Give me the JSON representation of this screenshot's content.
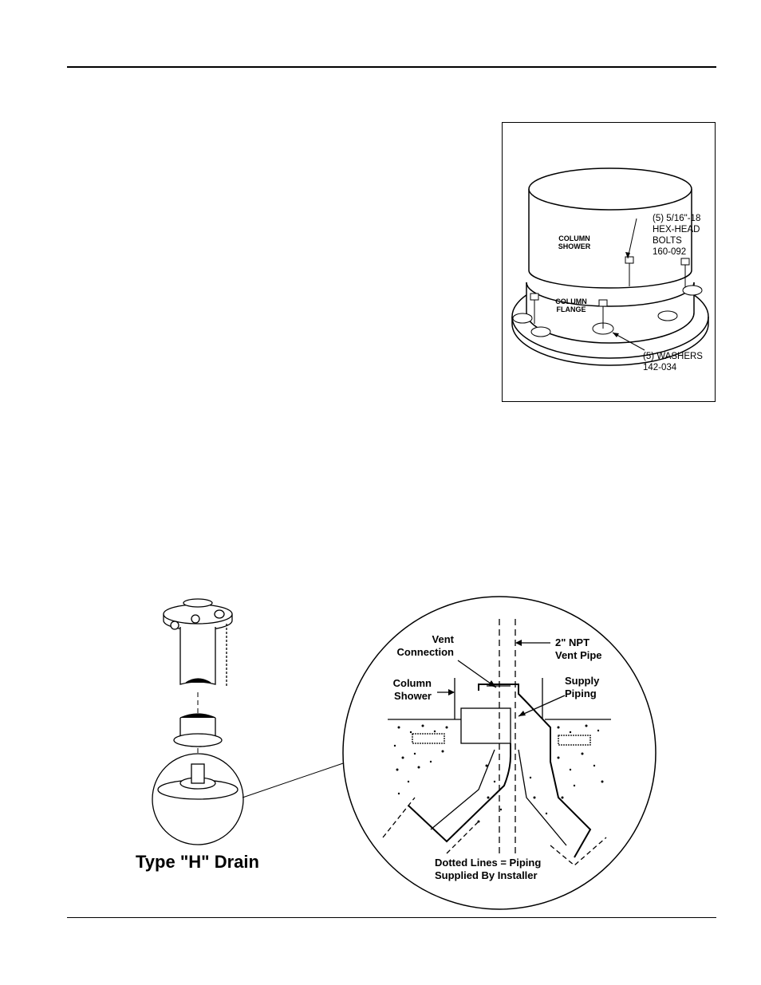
{
  "figure1": {
    "label_shower": [
      "COLUMN",
      "SHOWER"
    ],
    "label_flange": [
      "COLUMN",
      "FLANGE"
    ],
    "label_bolts": [
      "(5) 5/16\"-18",
      "HEX-HEAD",
      "BOLTS",
      "160-092"
    ],
    "label_washers": [
      "(5) WASHERS",
      "142-034"
    ]
  },
  "figure2": {
    "caption": "Type \"H\" Drain",
    "label_vent_connection": [
      "Vent",
      "Connection"
    ],
    "label_vent_pipe": [
      "2\" NPT",
      "Vent Pipe"
    ],
    "label_column_shower": [
      "Column",
      "Shower"
    ],
    "label_supply_piping": [
      "Supply",
      "Piping"
    ],
    "label_dotted": [
      "Dotted Lines = Piping",
      "Supplied By Installer"
    ]
  }
}
